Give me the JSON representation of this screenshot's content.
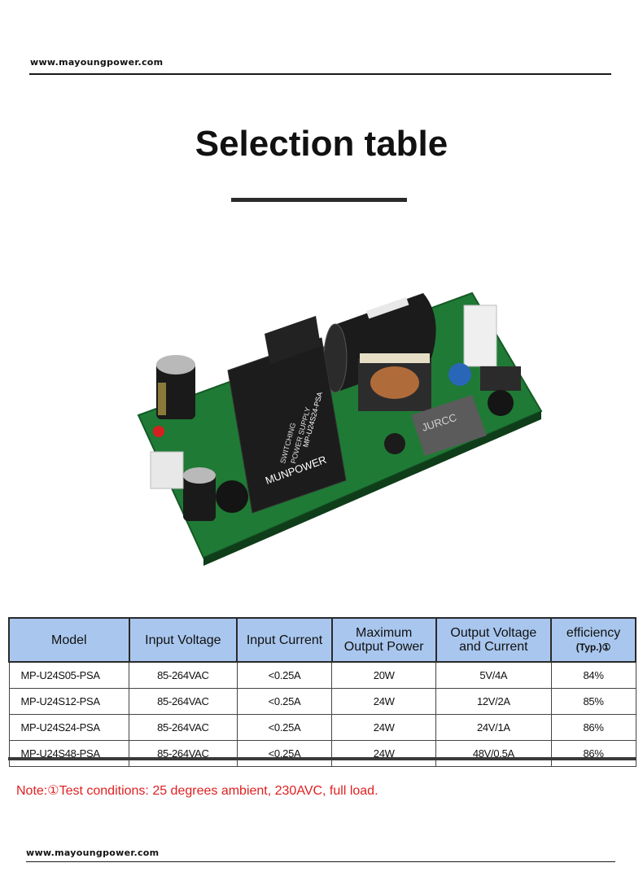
{
  "header": {
    "site": "www.mayoungpower.com"
  },
  "title": "Selection table",
  "product_image": {
    "module_label_line1": "SWITCHING",
    "module_label_line2": "POWER SUPPLY",
    "module_model": "MP-U24S24-PSA",
    "module_brand": "MUNPOWER",
    "filter_label": "JURCC"
  },
  "table": {
    "headers": {
      "model": "Model",
      "input_voltage": "Input Voltage",
      "input_current": "Input Current",
      "max_power_line1": "Maximum",
      "max_power_line2": "Output Power",
      "output_line1": "Output Voltage",
      "output_line2": "and Current",
      "efficiency_line1": "efficiency",
      "efficiency_line2": "(Typ.)①"
    },
    "rows": [
      {
        "model": "MP-U24S05-PSA",
        "input_voltage": "85-264VAC",
        "input_current": "<0.25A",
        "power": "20W",
        "output": "5V/4A",
        "efficiency": "84%"
      },
      {
        "model": "MP-U24S12-PSA",
        "input_voltage": "85-264VAC",
        "input_current": "<0.25A",
        "power": "24W",
        "output": "12V/2A",
        "efficiency": "85%"
      },
      {
        "model": "MP-U24S24-PSA",
        "input_voltage": "85-264VAC",
        "input_current": "<0.25A",
        "power": "24W",
        "output": "24V/1A",
        "efficiency": "86%"
      },
      {
        "model": "MP-U24S48-PSA",
        "input_voltage": "85-264VAC",
        "input_current": "<0.25A",
        "power": "24W",
        "output": "48V/0.5A",
        "efficiency": "86%"
      }
    ]
  },
  "note": "Note:①Test conditions: 25 degrees ambient, 230AVC, full load.",
  "footer": {
    "site": "www.mayoungpower.com"
  },
  "colors": {
    "header_fill": "#a9c7ee",
    "note_text": "#e02020",
    "pcb": "#1f7a35"
  }
}
